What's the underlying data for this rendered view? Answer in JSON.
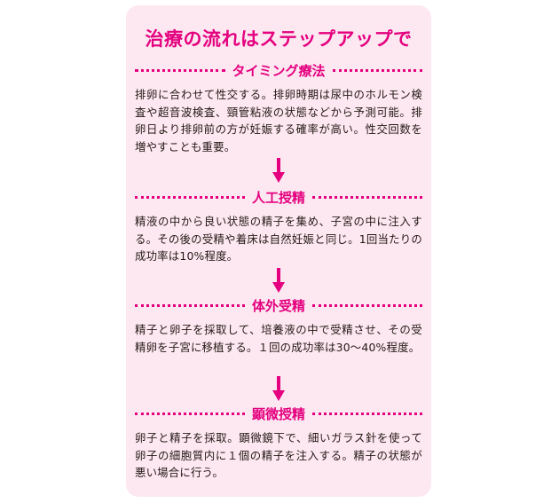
{
  "title": "治療の流れはステップアップで",
  "sections": [
    {
      "heading": "タイミング療法",
      "body": "排卵に合わせて性交する。排卵時期は尿中のホルモン検査や超音波検査、頸管粘液の状態などから予測可能。排卵日より排卵前の方が妊娠する確率が高い。性交回数を増やすことも重要。"
    },
    {
      "heading": "人工授精",
      "body": "精液の中から良い状態の精子を集め、子宮の中に注入する。その後の受精や着床は自然妊娠と同じ。1回当たりの成功率は10%程度。"
    },
    {
      "heading": "体外受精",
      "body": "精子と卵子を採取して、培養液の中で受精させ、その受精卵を子宮に移植する。１回の成功率は30～40%程度。"
    },
    {
      "heading": "顕微授精",
      "body": "卵子と精子を採取。顕微鏡下で、細いガラス針を使って卵子の細胞質内に１個の精子を注入する。精子の状態が悪い場合に行う。"
    }
  ],
  "accent_color": "#e4007f",
  "background_color": "#fde8f1",
  "arrow_icon": "down-arrow-icon"
}
